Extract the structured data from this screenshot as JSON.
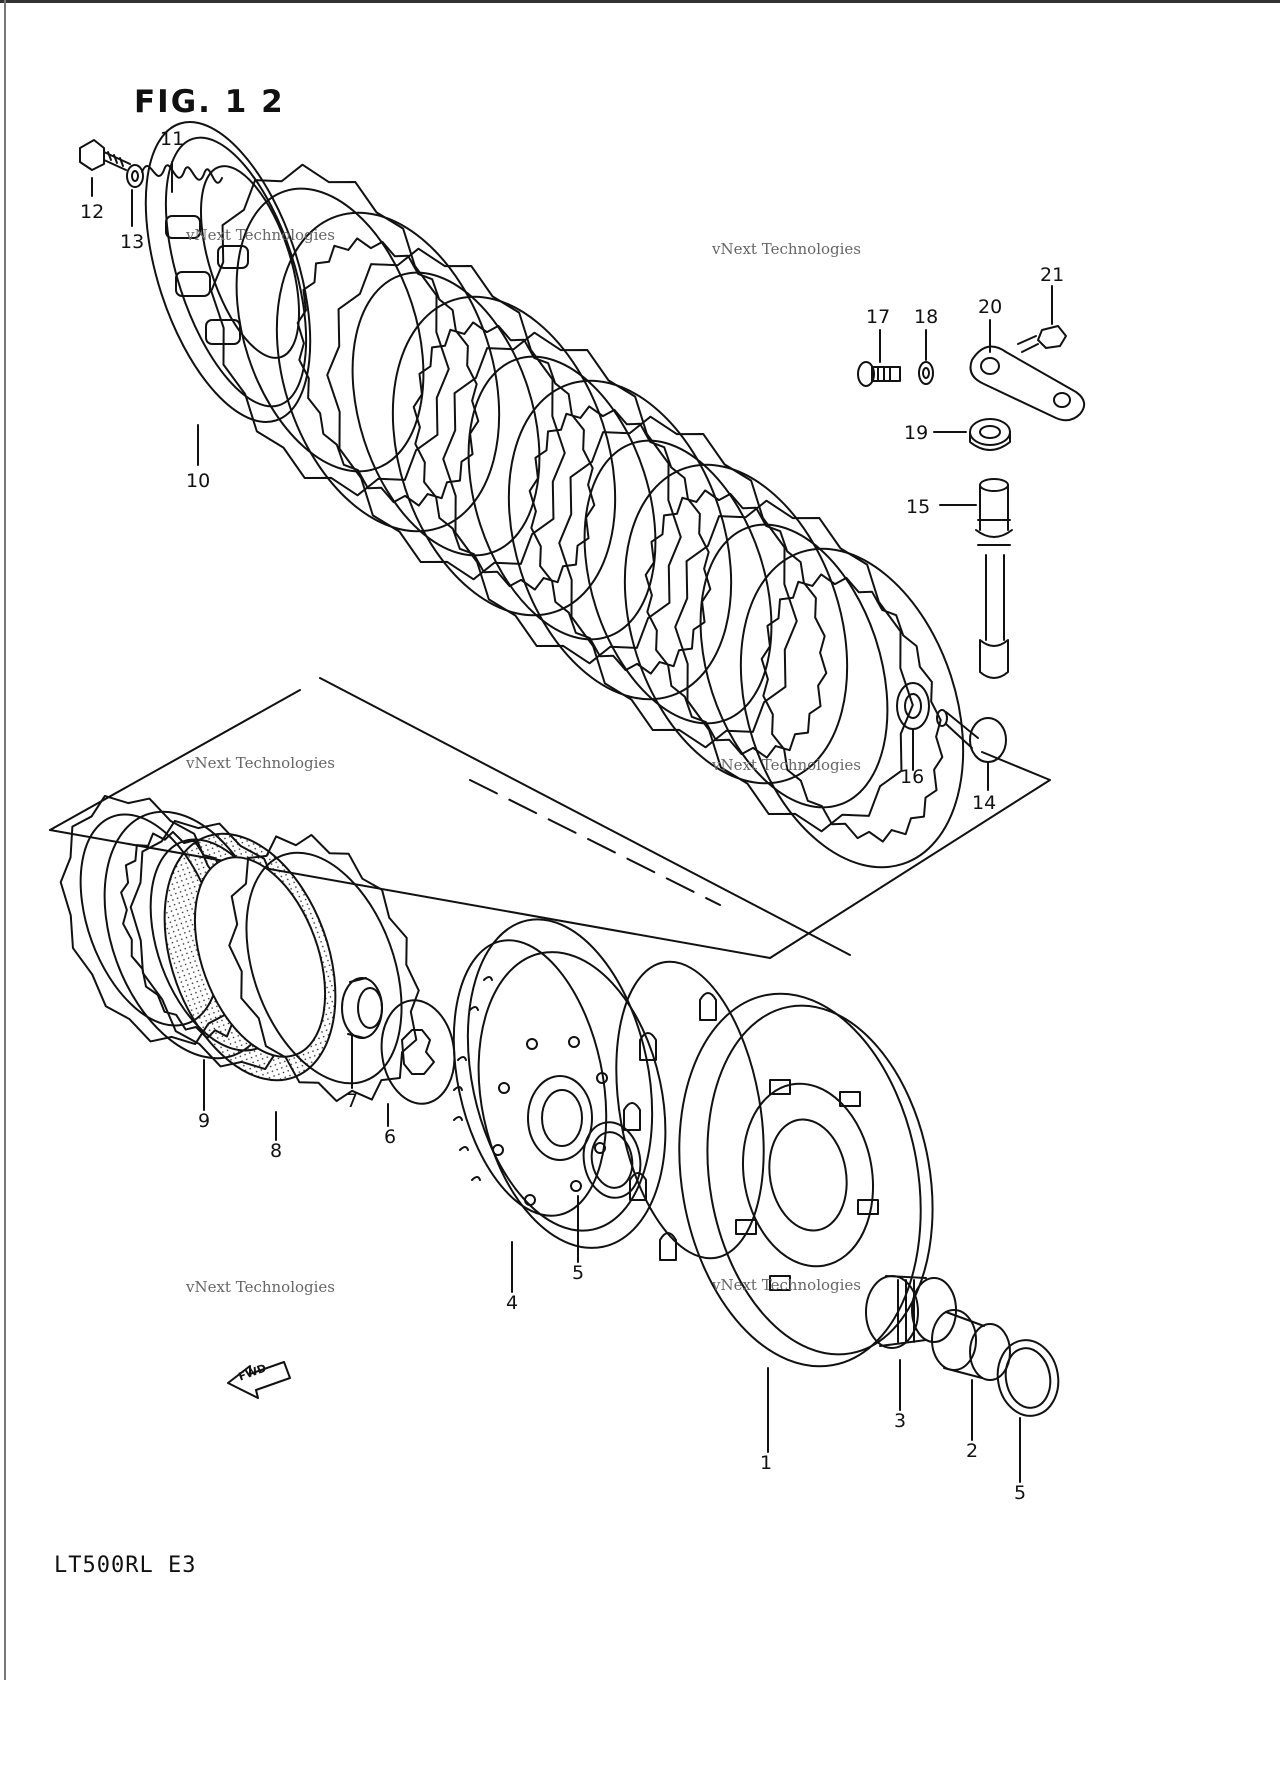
{
  "figure": {
    "title": "FIG. 1 2",
    "model": "LT500RL  E3",
    "fwd_mark": "FWD"
  },
  "watermark": {
    "line1": "vNext Technologies",
    "line2": "vNext Technologies"
  },
  "callouts": [
    {
      "id": "c12",
      "text": "12"
    },
    {
      "id": "c11",
      "text": "11"
    },
    {
      "id": "c13",
      "text": "13"
    },
    {
      "id": "c10",
      "text": "10"
    },
    {
      "id": "c17",
      "text": "17"
    },
    {
      "id": "c18",
      "text": "18"
    },
    {
      "id": "c20",
      "text": "20"
    },
    {
      "id": "c21",
      "text": "21"
    },
    {
      "id": "c19",
      "text": "19"
    },
    {
      "id": "c15",
      "text": "15"
    },
    {
      "id": "c16",
      "text": "16"
    },
    {
      "id": "c14",
      "text": "14"
    },
    {
      "id": "c9",
      "text": "9"
    },
    {
      "id": "c8",
      "text": "8"
    },
    {
      "id": "c7",
      "text": "7"
    },
    {
      "id": "c6",
      "text": "6"
    },
    {
      "id": "c4",
      "text": "4"
    },
    {
      "id": "c5a",
      "text": "5"
    },
    {
      "id": "c1",
      "text": "1"
    },
    {
      "id": "c3",
      "text": "3"
    },
    {
      "id": "c2",
      "text": "2"
    },
    {
      "id": "c5b",
      "text": "5"
    }
  ]
}
